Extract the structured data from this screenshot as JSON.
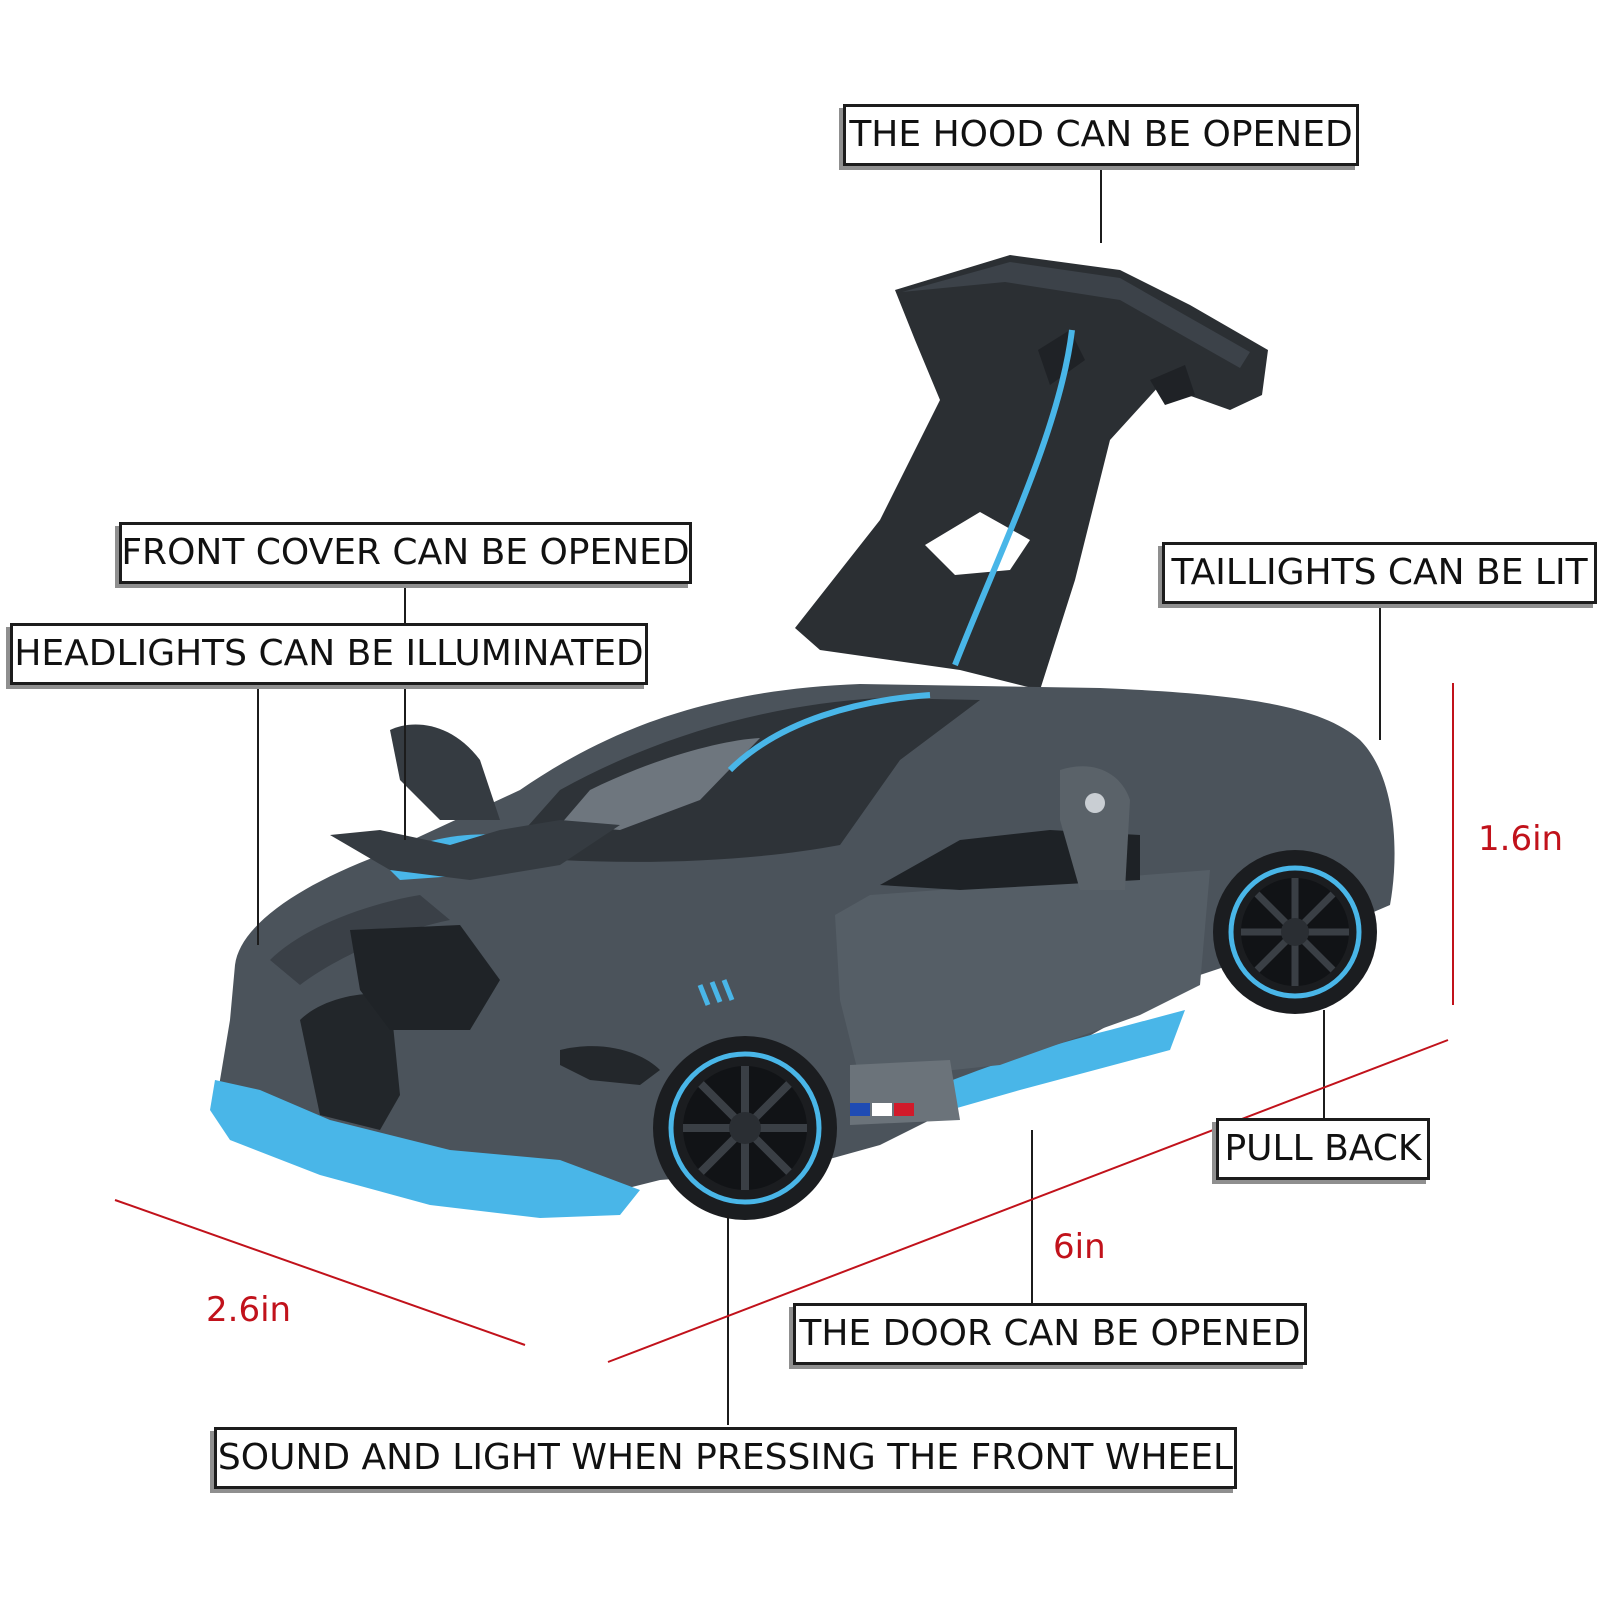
{
  "callouts": {
    "hood": "THE HOOD CAN BE OPENED",
    "front_cover": "FRONT COVER CAN BE OPENED",
    "headlights": "HEADLIGHTS CAN BE ILLUMINATED",
    "taillights": "TAILLIGHTS CAN BE LIT",
    "pull_back": "PULL BACK",
    "door": "THE DOOR CAN BE OPENED",
    "sound_light": "SOUND AND LIGHT WHEN PRESSING THE FRONT WHEEL"
  },
  "dimensions": {
    "height": "1.6in",
    "length": "6in",
    "width": "2.6in"
  },
  "colors": {
    "body": "#4b535b",
    "accent": "#49b6e8",
    "canopy": "#2b2f33",
    "dimension_line": "#c1121b",
    "label_text": "#111111"
  },
  "product": {
    "type": "toy car model with gull-wing doors"
  }
}
